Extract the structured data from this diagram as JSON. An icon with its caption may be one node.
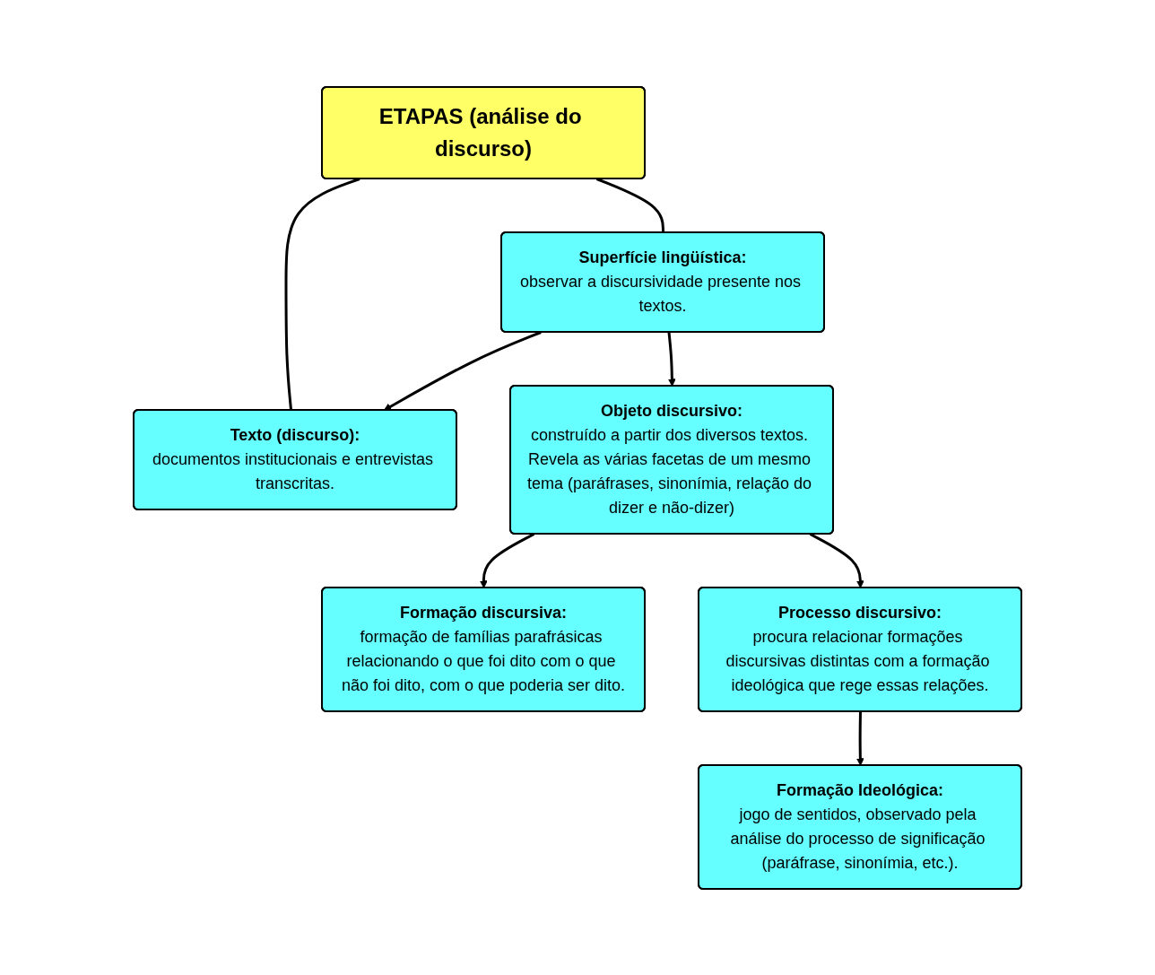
{
  "diagram": {
    "nodes": [
      {
        "text": [
          "ETAPAS (análise do discurso)"
        ]
      },
      {
        "text": [
          "Superfície lingüística:",
          "observar a discursividade presente nos textos."
        ]
      },
      {
        "text": [
          "Texto (discurso):",
          "documentos institucionais e entrevistas transcritas."
        ]
      },
      {
        "text": [
          "Objeto discursivo:",
          "construído a partir dos diversos textos. Revela as várias facetas de um mesmo tema (paráfrases, sinonímia, relação do dizer e não-dizer)"
        ]
      },
      {
        "text": [
          "Formação discursiva:",
          "formação de famílias parafrásicas relacionando o que foi dito com o que não foi dito, com o que poderia ser dito."
        ]
      },
      {
        "text": [
          "Processo discursivo:",
          "procura relacionar formações discursivas distintas com a formação ideológica que rege essas relações."
        ]
      },
      {
        "text": [
          "Formação Ideológica:",
          "jogo de sentidos, observado pela análise do processo de significação (paráfrase, sinonímia, etc.)."
        ]
      }
    ],
    "edges": [
      {
        "from": 0,
        "to": 1,
        "arrow": "none"
      },
      {
        "from": 0,
        "to": 2,
        "arrow": "none"
      },
      {
        "from": 1,
        "to": 2,
        "arrow": "to"
      },
      {
        "from": 1,
        "to": 3,
        "arrow": "to"
      },
      {
        "from": 3,
        "to": 4,
        "arrow": "to"
      },
      {
        "from": 3,
        "to": 5,
        "arrow": "to"
      },
      {
        "from": 5,
        "to": 6,
        "arrow": "to"
      }
    ]
  }
}
